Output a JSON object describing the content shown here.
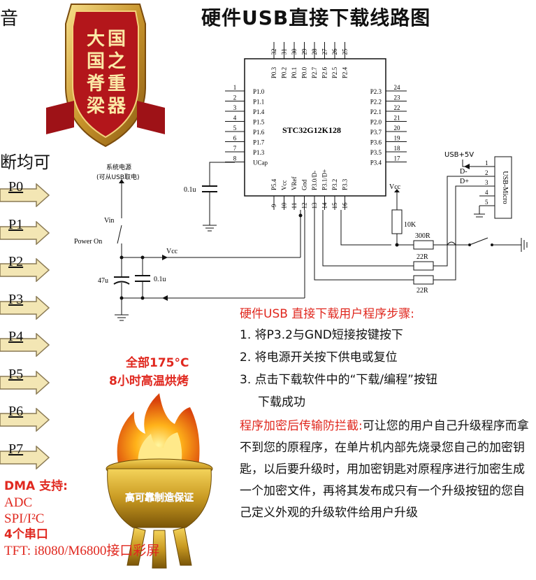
{
  "title": "硬件USB直接下载线路图",
  "left_cut": {
    "top": "音",
    "middle": "断均可"
  },
  "ports": [
    "P0",
    "P1",
    "P2",
    "P3",
    "P4",
    "P5",
    "P6",
    "P7"
  ],
  "badge": {
    "lines": [
      "大",
      "国",
      "国",
      "之",
      "脊",
      "重",
      "梁",
      "器"
    ]
  },
  "chip": {
    "name": "STC32G12K128",
    "left_pins": [
      {
        "num": "1",
        "name": "P1.0"
      },
      {
        "num": "2",
        "name": "P1.1"
      },
      {
        "num": "3",
        "name": "P1.4"
      },
      {
        "num": "4",
        "name": "P1.5"
      },
      {
        "num": "5",
        "name": "P1.6"
      },
      {
        "num": "6",
        "name": "P1.7"
      },
      {
        "num": "7",
        "name": "P1.3"
      },
      {
        "num": "8",
        "name": "UCap"
      }
    ],
    "right_pins": [
      {
        "num": "24",
        "name": "P2.3"
      },
      {
        "num": "23",
        "name": "P2.2"
      },
      {
        "num": "22",
        "name": "P2.1"
      },
      {
        "num": "21",
        "name": "P2.0"
      },
      {
        "num": "20",
        "name": "P3.7"
      },
      {
        "num": "19",
        "name": "P3.6"
      },
      {
        "num": "18",
        "name": "P3.5"
      },
      {
        "num": "17",
        "name": "P3.4"
      }
    ],
    "top_pins": [
      {
        "num": "32",
        "name": "P0.3"
      },
      {
        "num": "31",
        "name": "P0.2"
      },
      {
        "num": "30",
        "name": "P0.1"
      },
      {
        "num": "29",
        "name": "P0.0"
      },
      {
        "num": "28",
        "name": "P2.7"
      },
      {
        "num": "27",
        "name": "P2.6"
      },
      {
        "num": "26",
        "name": "P2.5"
      },
      {
        "num": "25",
        "name": "P2.4"
      }
    ],
    "bottom_pins": [
      {
        "num": "9",
        "name": "P5.4"
      },
      {
        "num": "10",
        "name": "Vcc"
      },
      {
        "num": "11",
        "name": "VRef"
      },
      {
        "num": "12",
        "name": "Gnd"
      },
      {
        "num": "13",
        "name": "P3.0/D-"
      },
      {
        "num": "14",
        "name": "P3.1/D+"
      },
      {
        "num": "15",
        "name": "P3.2"
      },
      {
        "num": "16",
        "name": "P3.3"
      }
    ]
  },
  "labels": {
    "sys_power": "系统电源",
    "sys_power_sub": "(可从USB取电)",
    "vin": "Vin",
    "power_on": "Power On",
    "vcc": "Vcc",
    "vcc2": "Vcc",
    "cap_47u": "47u",
    "cap_01u_a": "0.1u",
    "cap_01u_b": "0.1u",
    "r_10k": "10K",
    "r_300": "300R",
    "r_22a": "22R",
    "r_22b": "22R",
    "usb_5v": "USB+5V",
    "d_minus": "D-",
    "d_plus": "D+",
    "usb_micro": "USB-Micro",
    "usb_pins": [
      "1",
      "2",
      "3",
      "4",
      "5"
    ]
  },
  "steps": {
    "title": "硬件USB 直接下载用户程序步骤:",
    "items": [
      "1. 将P3.2与GND短接按键按下",
      "2. 将电源开关按下供电或复位",
      "3. 点击下载软件中的“下载/编程”按钮",
      "下载成功"
    ]
  },
  "encryption": {
    "heading": "程序加密后传输防拦截:",
    "body": "可让您的用户自己升级程序而拿不到您的原程序，在单片机内部先烧录您自己的加密钥匙，以后要升级时，用加密钥匙对原程序进行加密生成一个加密文件，再将其发布成只有一个升级按钮的您自己定义外观的升级软件给用户升级"
  },
  "bake": {
    "line1": "全部175°C",
    "line2": "8小时高温烘烤",
    "vessel_text": "高可靠制造保证"
  },
  "dma": {
    "line1": "DMA 支持:",
    "line2": "ADC",
    "line3": "SPI/I²C",
    "line4": "4个串口",
    "line5": "TFT: i8080/M6800接口彩屏"
  },
  "colors": {
    "accent_red": "#e0281f",
    "arrow_fill": "#f3e6b4",
    "arrow_stroke": "#8a7a55",
    "gold": "#c8942b"
  }
}
